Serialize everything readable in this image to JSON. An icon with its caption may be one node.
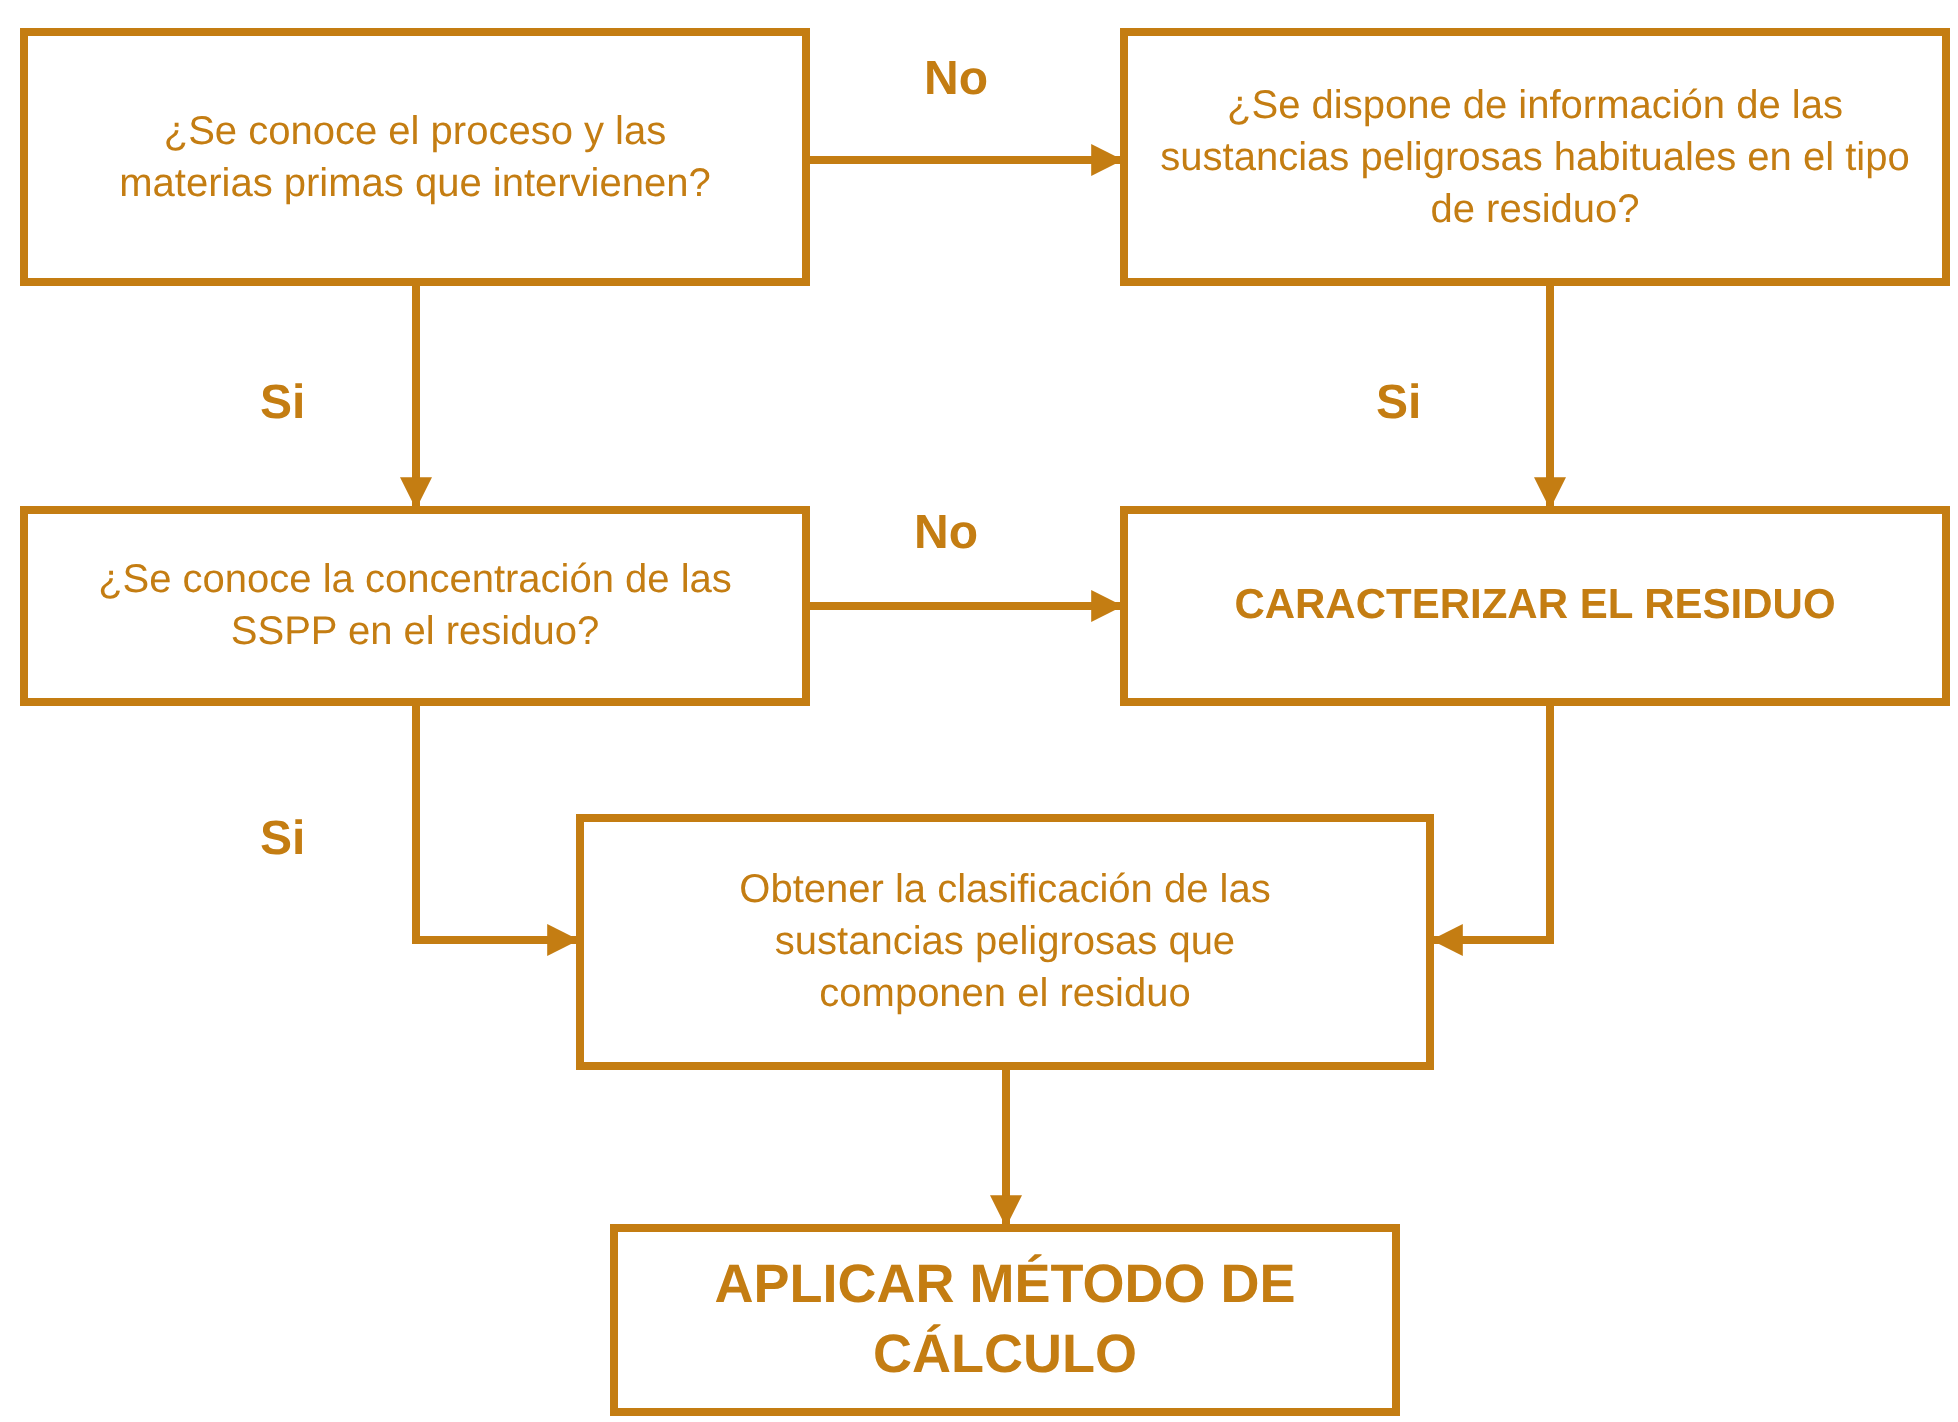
{
  "diagram": {
    "nodes": [
      {
        "text": [
          "¿Se conoce el proceso y las materias primas que intervienen?"
        ]
      },
      {
        "text": [
          "¿Se dispone de información de las sustancias peligrosas habituales en el tipo de residuo?"
        ]
      },
      {
        "text": [
          "¿Se conoce la concentración de las SSPP en el residuo?"
        ]
      },
      {
        "text": [
          "CARACTERIZAR EL RESIDUO"
        ]
      },
      {
        "text": [
          "Obtener la clasificación de las sustancias peligrosas que componen el residuo"
        ]
      },
      {
        "text": [
          "APLICAR MÉTODO DE CÁLCULO"
        ]
      }
    ],
    "edges": [
      {
        "from": 0,
        "to": 1,
        "arrow": "to",
        "label": "No"
      },
      {
        "from": 0,
        "to": 2,
        "arrow": "to",
        "label": "Si"
      },
      {
        "from": 1,
        "to": 3,
        "arrow": "to",
        "label": "Si"
      },
      {
        "from": 2,
        "to": 3,
        "arrow": "to",
        "label": "No"
      },
      {
        "from": 2,
        "to": 4,
        "arrow": "to",
        "label": "Si"
      },
      {
        "from": 3,
        "to": 4,
        "arrow": "to"
      },
      {
        "from": 4,
        "to": 5,
        "arrow": "to"
      }
    ]
  }
}
